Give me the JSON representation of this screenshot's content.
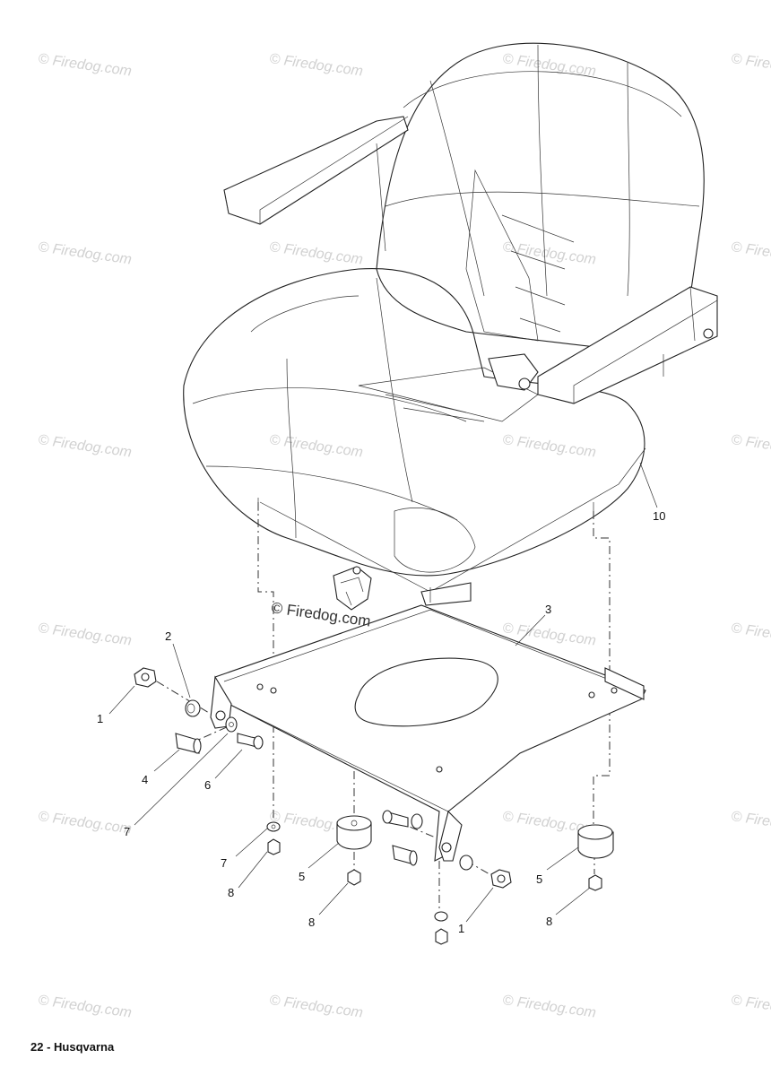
{
  "watermark": "© Firedog.com",
  "footer": {
    "text": "22 - Husqvarna"
  },
  "callouts": {
    "c1a": "1",
    "c2": "2",
    "c4": "4",
    "c6": "6",
    "c7a": "7",
    "c7b": "7",
    "c8a": "8",
    "c5a": "5",
    "c8b": "8",
    "c1b": "1",
    "c5b": "5",
    "c8c": "8",
    "c3": "3",
    "c10": "10"
  }
}
